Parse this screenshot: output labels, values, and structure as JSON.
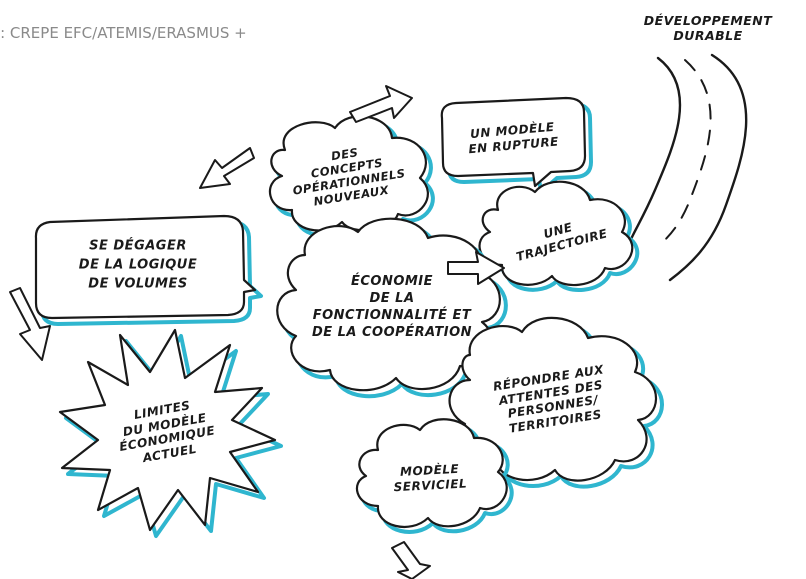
{
  "source_text": "rce : CREPE EFC/ATEMIS/ERASMUS +",
  "title": [
    "DÉVELOPPEMENT",
    "DURABLE"
  ],
  "bubbles": {
    "rupture": [
      "UN MODÈLE",
      "EN RUPTURE"
    ],
    "concepts": [
      "DES",
      "CONCEPTS",
      "OPÉRATIONNELS",
      "NOUVEAUX"
    ],
    "volumes": [
      "SE DÉGAGER",
      "DE LA LOGIQUE",
      "DE VOLUMES"
    ],
    "trajectoire": [
      "UNE",
      "TRAJECTOIRE"
    ],
    "economie": [
      "ÉCONOMIE",
      "DE LA",
      "FONCTIONNALITÉ ET",
      "DE LA COOPÉRATION"
    ],
    "limites": [
      "LIMITES",
      "DU MODÈLE",
      "ÉCONOMIQUE",
      "ACTUEL"
    ],
    "repondre": [
      "RÉPONDRE AUX",
      "ATTENTES DES",
      "PERSONNES/",
      "TERRITOIRES"
    ],
    "serviciel": [
      "MODÈLE",
      "SERVICIEL"
    ]
  },
  "colors": {
    "accent": "#2fb6cf",
    "ink": "#1a1a1a",
    "source": "#8a8a8a"
  }
}
